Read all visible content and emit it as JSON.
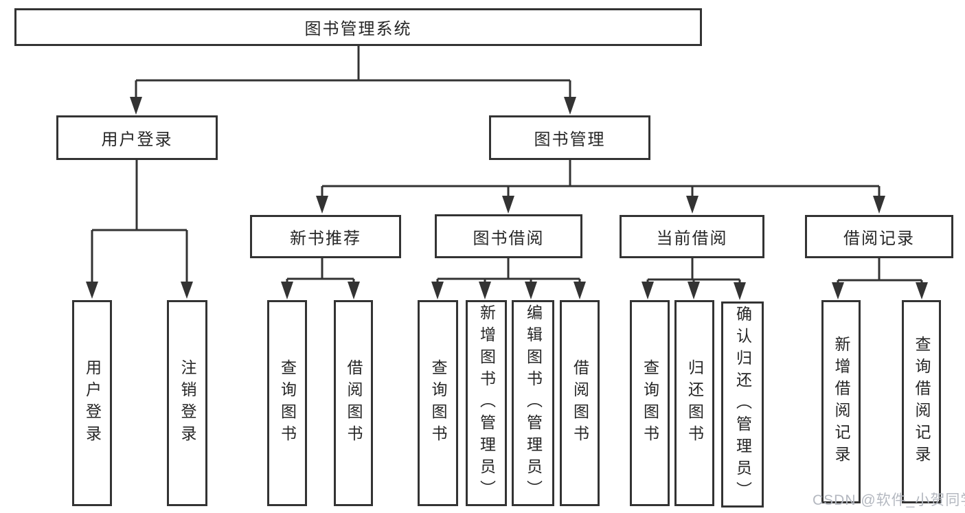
{
  "tree": {
    "label": "图书管理系统",
    "children": [
      {
        "label": "用户登录",
        "children": [
          {
            "label": "用户登录"
          },
          {
            "label": "注销登录"
          }
        ]
      },
      {
        "label": "图书管理",
        "children": [
          {
            "label": "新书推荐",
            "children": [
              {
                "label": "查询图书"
              },
              {
                "label": "借阅图书"
              }
            ]
          },
          {
            "label": "图书借阅",
            "children": [
              {
                "label": "查询图书"
              },
              {
                "label": "新增图书（管理员）"
              },
              {
                "label": "编辑图书（管理员）"
              },
              {
                "label": "借阅图书"
              }
            ]
          },
          {
            "label": "当前借阅",
            "children": [
              {
                "label": "查询图书"
              },
              {
                "label": "归还图书"
              },
              {
                "label": "确认归还（管理员）"
              }
            ]
          },
          {
            "label": "借阅记录",
            "children": [
              {
                "label": "新增借阅记录"
              },
              {
                "label": "查询借阅记录"
              }
            ]
          }
        ]
      }
    ]
  },
  "watermark": {
    "text": "CSDN @软件_小贺同学"
  },
  "colors": {
    "line": "#333333",
    "box_border": "#333333",
    "box_fill": "#ffffff",
    "text": "#262626",
    "background": "#ffffff",
    "watermark": "#b4b8c0"
  }
}
